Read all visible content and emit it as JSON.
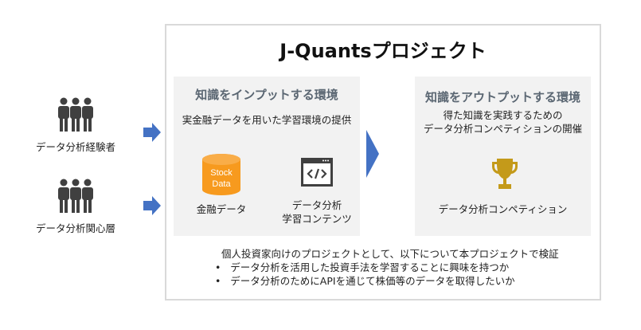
{
  "title": "J-Quantsプロジェクト",
  "audiences": [
    {
      "label": "データ分析経験者",
      "icon": "people-icon"
    },
    {
      "label": "データ分析関心層",
      "icon": "people-icon"
    }
  ],
  "input_panel": {
    "title": "知識をインプットする環境",
    "subtitle": "実金融データを用いた学習環境の提供",
    "items": [
      {
        "label": "金融データ",
        "icon": "database-icon",
        "icon_text_1": "Stock",
        "icon_text_2": "Data"
      },
      {
        "label_1": "データ分析",
        "label_2": "学習コンテンツ",
        "icon": "code-window-icon"
      }
    ]
  },
  "output_panel": {
    "title": "知識をアウトプットする環境",
    "subtitle_1": "得た知識を実践するための",
    "subtitle_2": "データ分析コンペティションの開催",
    "item_label": "データ分析コンペティション",
    "icon": "trophy-icon"
  },
  "footer": {
    "intro": "個人投資家向けのプロジェクトとして、以下について本プロジェクトで検証",
    "bullets": [
      "データ分析を活用した投資手法を学習することに興味を持つか",
      "データ分析のためにAPIを通じて株価等のデータを取得したいか"
    ]
  },
  "colors": {
    "arrow": "#4472c4",
    "database": "#f79a1e",
    "trophy": "#c49a1a",
    "icon_dark": "#404040"
  }
}
